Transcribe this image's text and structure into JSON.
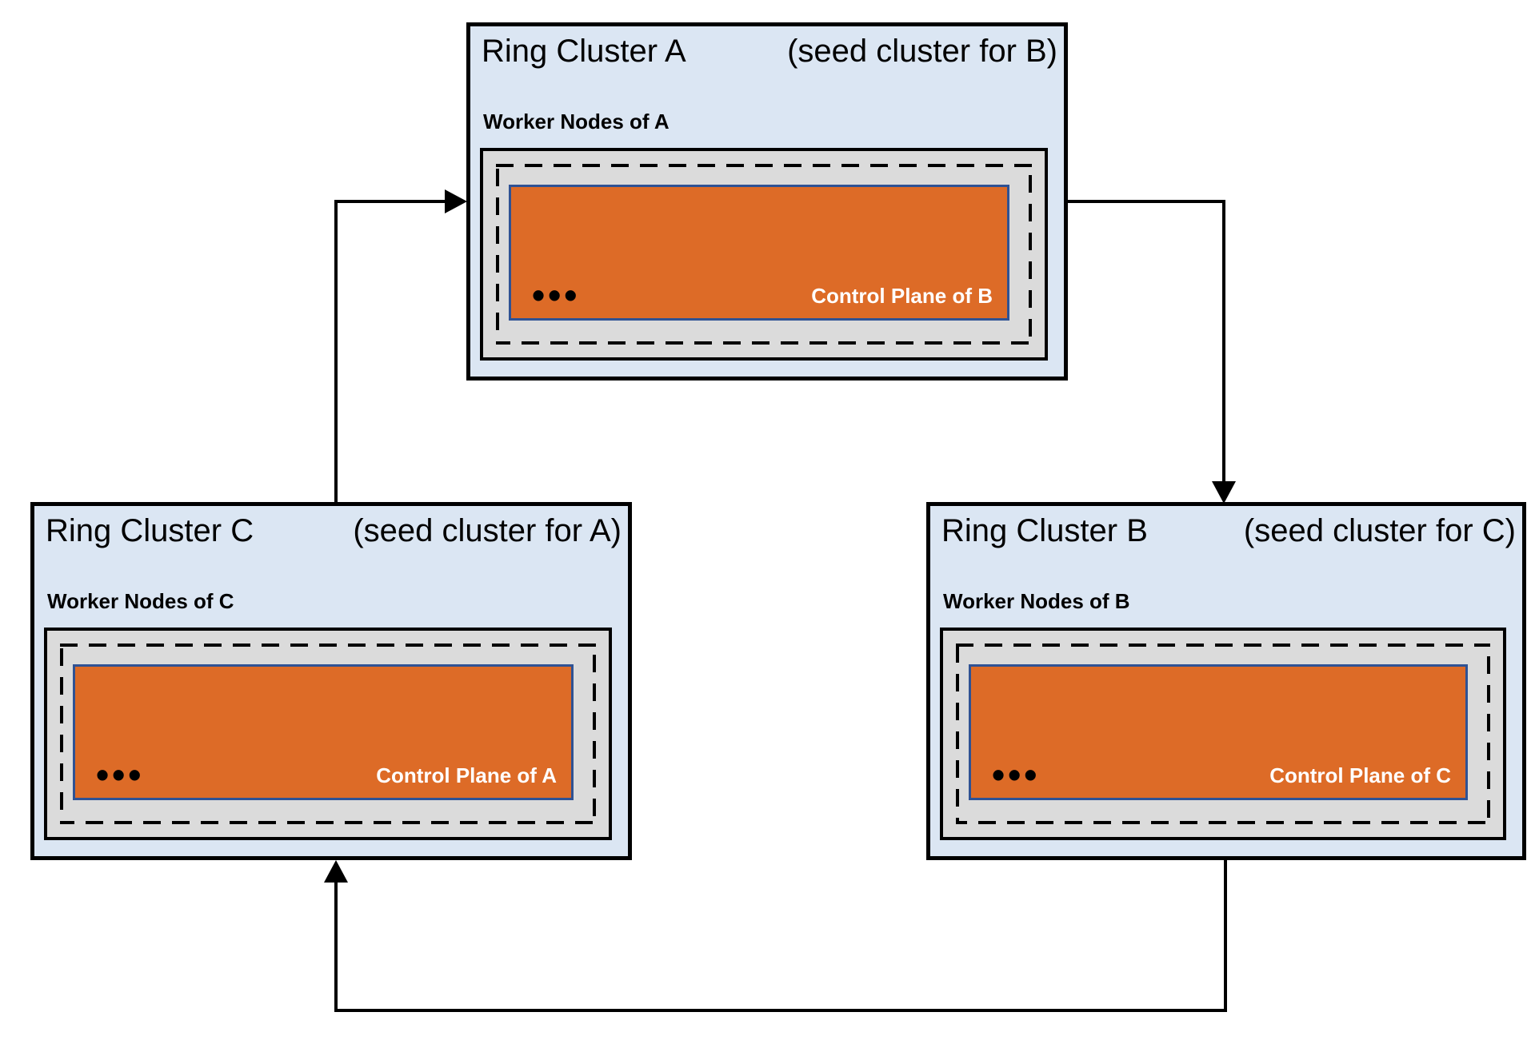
{
  "diagram": {
    "clusters": [
      {
        "id": "A",
        "title": "Ring Cluster A",
        "seed_note": "(seed cluster for B)",
        "worker_label": "Worker Nodes of A",
        "dots": "•••",
        "control_plane_label": "Control Plane of B"
      },
      {
        "id": "C",
        "title": "Ring Cluster C",
        "seed_note": "(seed cluster for A)",
        "worker_label": "Worker Nodes of C",
        "dots": "•••",
        "control_plane_label": "Control Plane of A"
      },
      {
        "id": "B",
        "title": "Ring Cluster B",
        "seed_note": "(seed cluster for C)",
        "worker_label": "Worker Nodes of B",
        "dots": "•••",
        "control_plane_label": "Control Plane of C"
      }
    ],
    "edges": [
      {
        "from": "C",
        "to": "A"
      },
      {
        "from": "A",
        "to": "B"
      },
      {
        "from": "B",
        "to": "C"
      }
    ],
    "colors": {
      "cluster_fill": "#dbe6f3",
      "worker_box_fill": "#dbdbdb",
      "control_plane_fill": "#dd6b27",
      "control_plane_border": "#2f5294",
      "line": "#000000",
      "control_plane_text": "#ffffff"
    }
  }
}
